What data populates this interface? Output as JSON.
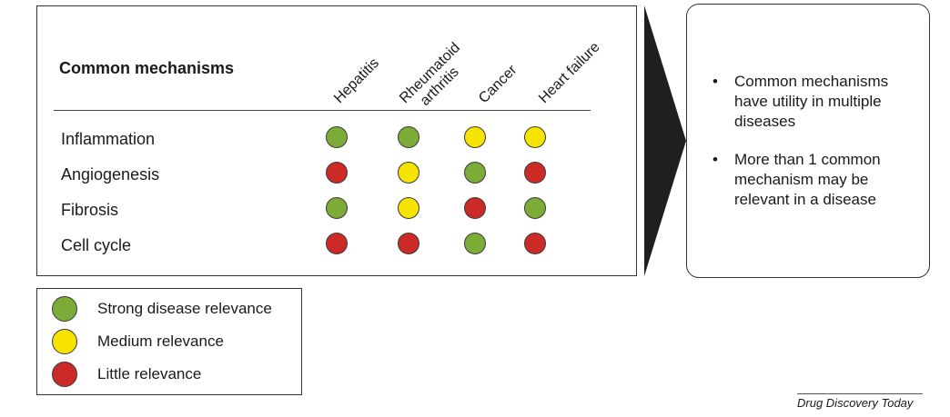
{
  "matrix": {
    "title": "Common mechanisms",
    "columns": [
      "Hepatitis",
      "Rheumatoid arthritis",
      "Cancer",
      "Heart failure"
    ],
    "column_lines": [
      [
        "Hepatitis"
      ],
      [
        "Rheumatoid",
        "arthritis"
      ],
      [
        "Cancer"
      ],
      [
        "Heart failure"
      ]
    ],
    "rows": [
      {
        "label": "Inflammation",
        "values": [
          "strong",
          "strong",
          "medium",
          "medium"
        ]
      },
      {
        "label": "Angiogenesis",
        "values": [
          "little",
          "medium",
          "strong",
          "little"
        ]
      },
      {
        "label": "Fibrosis",
        "values": [
          "strong",
          "medium",
          "little",
          "strong"
        ]
      },
      {
        "label": "Cell cycle",
        "values": [
          "little",
          "little",
          "strong",
          "little"
        ]
      }
    ]
  },
  "legend": {
    "items": [
      {
        "key": "strong",
        "label": "Strong disease relevance"
      },
      {
        "key": "medium",
        "label": "Medium relevance"
      },
      {
        "key": "little",
        "label": "Little relevance"
      }
    ]
  },
  "colors": {
    "strong": "#7cac37",
    "medium": "#f7e300",
    "little": "#cc2a26",
    "arrow": "#1f1f1f"
  },
  "side_panel": {
    "bullets": [
      "Common mechanisms have utility in multiple diseases",
      "More than 1 common mechanism may be relevant in a disease"
    ]
  },
  "source": "Drug Discovery Today"
}
